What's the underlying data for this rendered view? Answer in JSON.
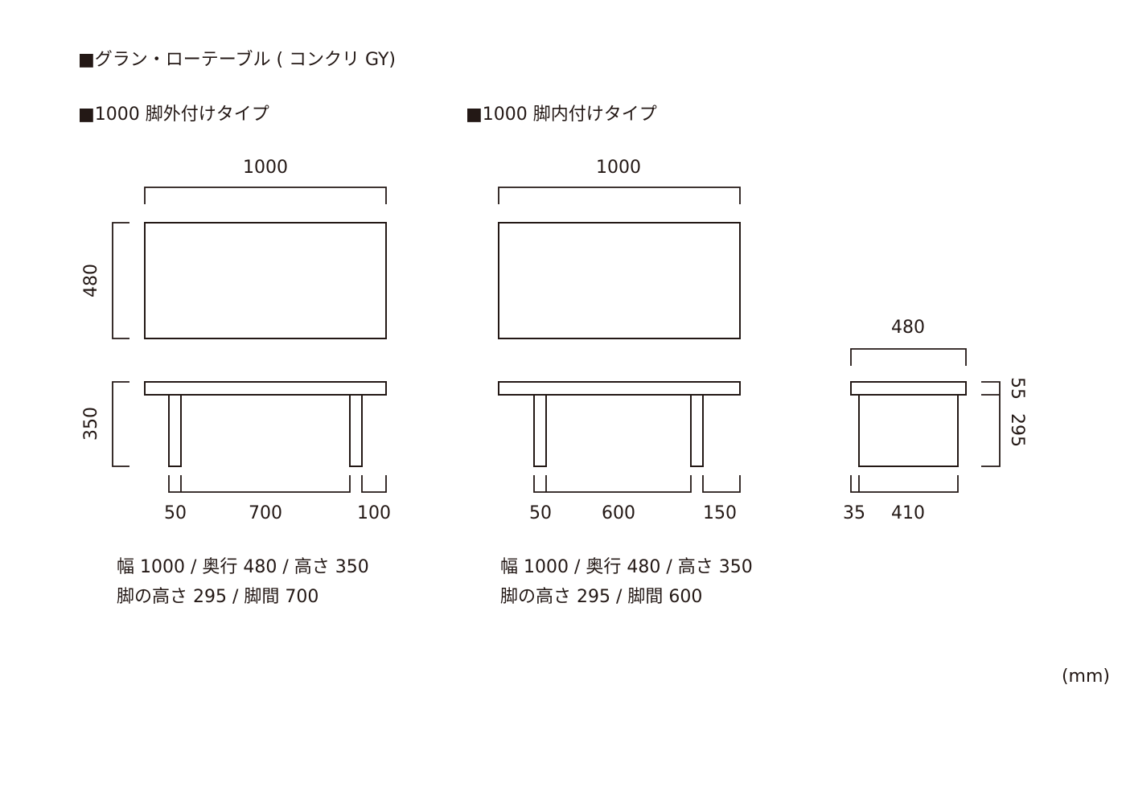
{
  "title": "■グラン・ローテーブル ( コンクリ GY)",
  "unit": "(mm)",
  "variants": [
    {
      "heading": "■1000 脚外付けタイプ",
      "width_label": "1000",
      "depth_label": "480",
      "height_label": "350",
      "leg_dims": [
        "50",
        "700",
        "100"
      ],
      "spec_line1": "幅 1000 / 奥行 480 / 高さ 350",
      "spec_line2": "脚の高さ 295 / 脚間 700"
    },
    {
      "heading": "■1000 脚内付けタイプ",
      "width_label": "1000",
      "leg_dims": [
        "50",
        "600",
        "150"
      ],
      "spec_line1": "幅 1000 / 奥行 480 / 高さ 350",
      "spec_line2": "脚の高さ 295 / 脚間 600"
    }
  ],
  "side_view": {
    "depth_label": "480",
    "top_thickness": "55",
    "leg_height": "295",
    "bottom_dims": [
      "35",
      "410"
    ]
  }
}
